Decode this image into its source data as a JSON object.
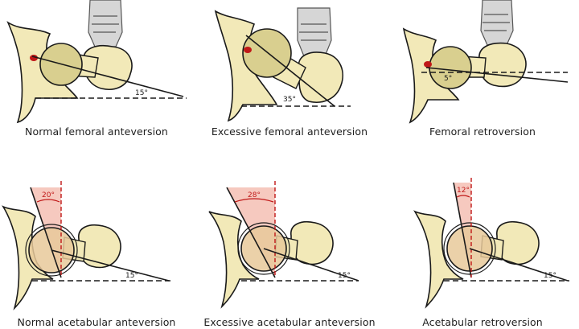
{
  "panels": [
    {
      "caption": "Normal femoral anteversion",
      "angle": "15°"
    },
    {
      "caption": "Excessive femoral anteversion",
      "angle": "35°"
    },
    {
      "caption": "Femoral retroversion",
      "angle": "5°"
    },
    {
      "caption": "Normal acetabular anteversion",
      "angle": "15°",
      "acetabular_angle": "20°"
    },
    {
      "caption": "Excessive acetabular anteversion",
      "angle": "15°",
      "acetabular_angle": "28°"
    },
    {
      "caption": "Acetabular retroversion",
      "angle": "15°",
      "acetabular_angle": "12°"
    }
  ],
  "colors": {
    "bone": "#f2e9b8",
    "outline": "#1a1a1a",
    "femoral_head": "#d9cf8f",
    "marker": "#c01818",
    "wedge": "#f6c9bf",
    "acetabular_line": "#c01818",
    "shoe": "#bdbdbd"
  }
}
